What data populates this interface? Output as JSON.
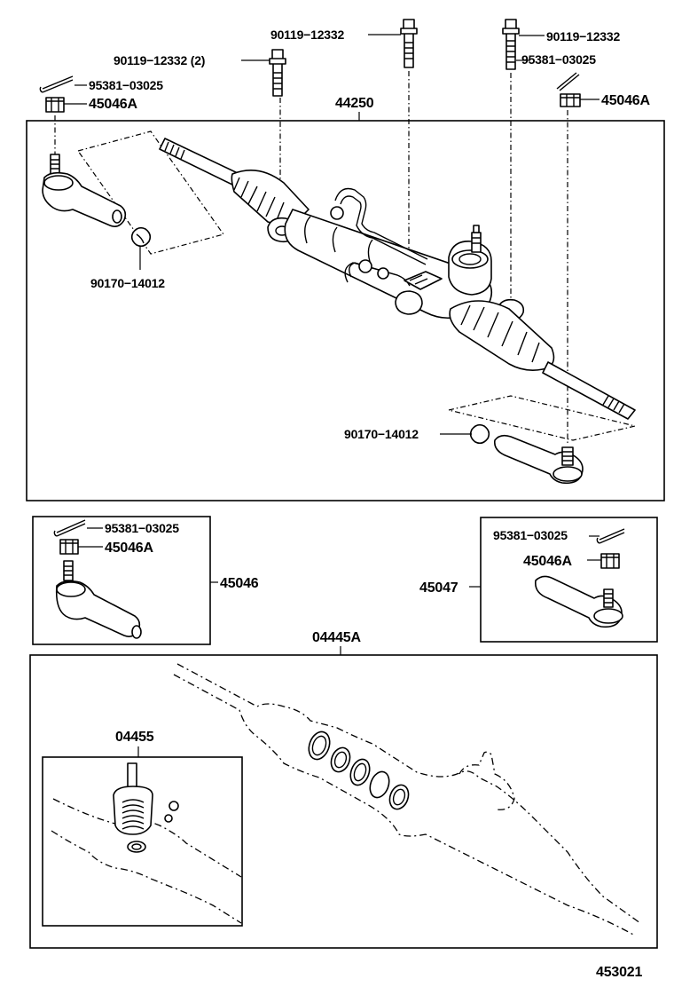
{
  "labels": {
    "bolt_center": "90119−12332",
    "bolt_left": "90119−12332 (2)",
    "bolt_right": "90119−12332",
    "pin_top_left": "95381−03025",
    "pin_top_right": "95381−03025",
    "nut_top_left": "45046A",
    "nut_top_right": "45046A",
    "assembly": "44250",
    "boot_left": "90170−14012",
    "boot_right": "90170−14012",
    "kit_left_pin": "95381−03025",
    "kit_left_nut": "45046A",
    "kit_left": "45046",
    "kit_right_pin": "95381−03025",
    "kit_right_nut": "45046A",
    "kit_right": "45047",
    "gasket_kit": "04445A",
    "sub_kit": "04455",
    "figure_no": "453021"
  }
}
